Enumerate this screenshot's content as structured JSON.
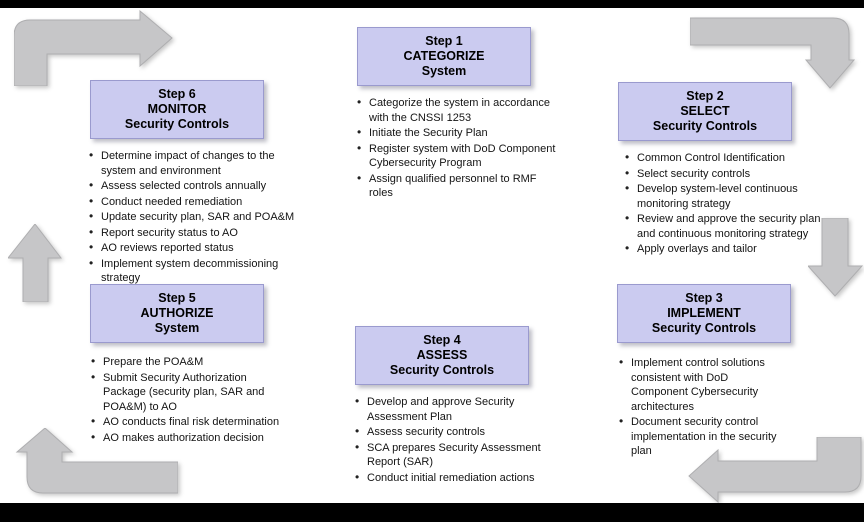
{
  "colors": {
    "background": "#ffffff",
    "letterbox": "#000000",
    "box_fill": "#cbcbf0",
    "box_border": "#9a9ace",
    "arrow_fill": "#c6c6c8",
    "text": "#141414"
  },
  "steps": [
    {
      "key": "step-1",
      "title": [
        "Step 1",
        "CATEGORIZE",
        "System"
      ],
      "bullets": [
        "Categorize the system in accordance with the CNSSI 1253",
        "Initiate the Security Plan",
        "Register system with DoD Component Cybersecurity Program",
        "Assign qualified personnel to RMF roles"
      ]
    },
    {
      "key": "step-2",
      "title": [
        "Step 2",
        "SELECT",
        "Security Controls"
      ],
      "bullets": [
        "Common Control Identification",
        "Select security controls",
        "Develop system-level continuous monitoring strategy",
        "Review and approve the security plan and continuous monitoring strategy",
        "Apply overlays and tailor"
      ]
    },
    {
      "key": "step-3",
      "title": [
        "Step 3",
        "IMPLEMENT",
        "Security Controls"
      ],
      "bullets": [
        "Implement control solutions consistent with DoD Component Cybersecurity architectures",
        "Document security control implementation in the security plan"
      ]
    },
    {
      "key": "step-4",
      "title": [
        "Step 4",
        "ASSESS",
        "Security Controls"
      ],
      "bullets": [
        "Develop and approve Security Assessment Plan",
        "Assess security controls",
        "SCA prepares Security Assessment Report (SAR)",
        "Conduct initial remediation actions"
      ]
    },
    {
      "key": "step-5",
      "title": [
        "Step 5",
        "AUTHORIZE",
        "System"
      ],
      "bullets": [
        "Prepare the POA&M",
        "Submit Security Authorization Package (security plan, SAR and POA&M) to AO",
        "AO conducts final risk determination",
        "AO makes authorization decision"
      ]
    },
    {
      "key": "step-6",
      "title": [
        "Step 6",
        "MONITOR",
        "Security Controls"
      ],
      "bullets": [
        "Determine impact of changes to the system and environment",
        "Assess selected controls annually",
        "Conduct needed remediation",
        "Update security plan, SAR and POA&M",
        "Report security status to AO",
        "AO reviews reported status",
        "Implement system decommissioning strategy"
      ]
    }
  ],
  "arrows": [
    {
      "name": "arrow-top-left",
      "direction": "up-then-right"
    },
    {
      "name": "arrow-top-right",
      "direction": "right-then-down"
    },
    {
      "name": "arrow-right-middle",
      "direction": "down"
    },
    {
      "name": "arrow-bottom-right",
      "direction": "down-then-left"
    },
    {
      "name": "arrow-bottom-left",
      "direction": "left-then-up"
    },
    {
      "name": "arrow-left-middle",
      "direction": "up"
    }
  ]
}
